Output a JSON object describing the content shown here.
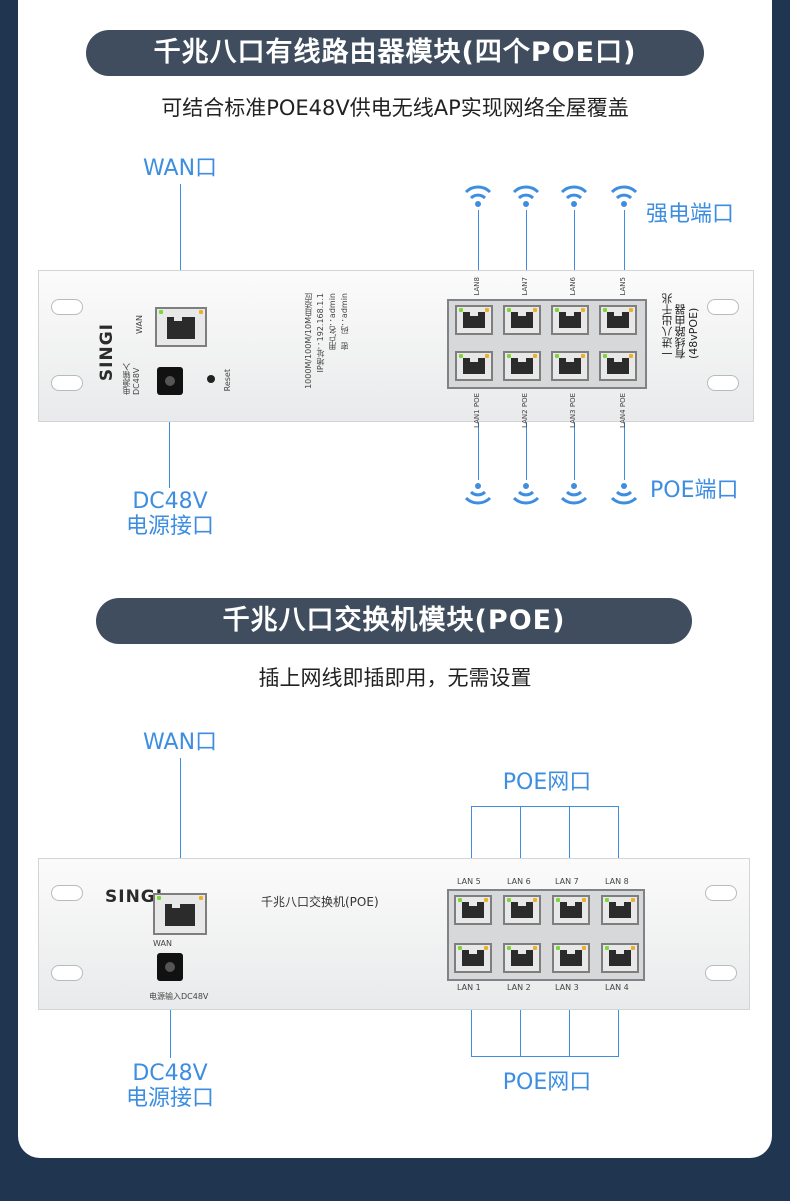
{
  "section1": {
    "title": "千兆八口有线路由器模块(四个POE口)",
    "subtitle": "可结合标准POE48V供电无线AP实现网络全屋覆盖",
    "wan_callout": "WAN口",
    "strong_callout": "强电端口",
    "poe_callout": "POE端口",
    "dc_callout_line1": "DC48V",
    "dc_callout_line2": "电源接口",
    "device": {
      "brand": "SINGI",
      "wan_label": "WAN",
      "power_label": "电源输入\nDC48V",
      "reset_label": "Reset",
      "info_line1": "1000M/100M/10M自适应",
      "info_line2": "IP地址：192.168.1.1",
      "info_line3": "用户名：admin",
      "info_line4": "密　码：admin",
      "top_ports": [
        "LAN8",
        "LAN7",
        "LAN6",
        "LAN5"
      ],
      "bottom_ports": [
        "LAN1 POE",
        "LAN2 POE",
        "LAN3 POE",
        "LAN4 POE"
      ],
      "side_label": "一进八出千兆\n有线路由器\n(48vPOE)"
    }
  },
  "section2": {
    "title": "千兆八口交换机模块(POE)",
    "subtitle": "插上网线即插即用，无需设置",
    "wan_callout": "WAN口",
    "poe_top_callout": "POE网口",
    "poe_bottom_callout": "POE网口",
    "dc_callout_line1": "DC48V",
    "dc_callout_line2": "电源接口",
    "device": {
      "brand": "SINGI",
      "wan_label": "WAN",
      "power_label": "电源输入DC48V",
      "model_label": "千兆八口交换机(POE)",
      "top_ports": [
        "LAN 5",
        "LAN 6",
        "LAN 7",
        "LAN 8"
      ],
      "bottom_ports": [
        "LAN 1",
        "LAN 2",
        "LAN 3",
        "LAN 4"
      ]
    }
  },
  "colors": {
    "accent": "#3d8ee0",
    "pill": "#3f4d5e",
    "background": "#1f3550"
  }
}
